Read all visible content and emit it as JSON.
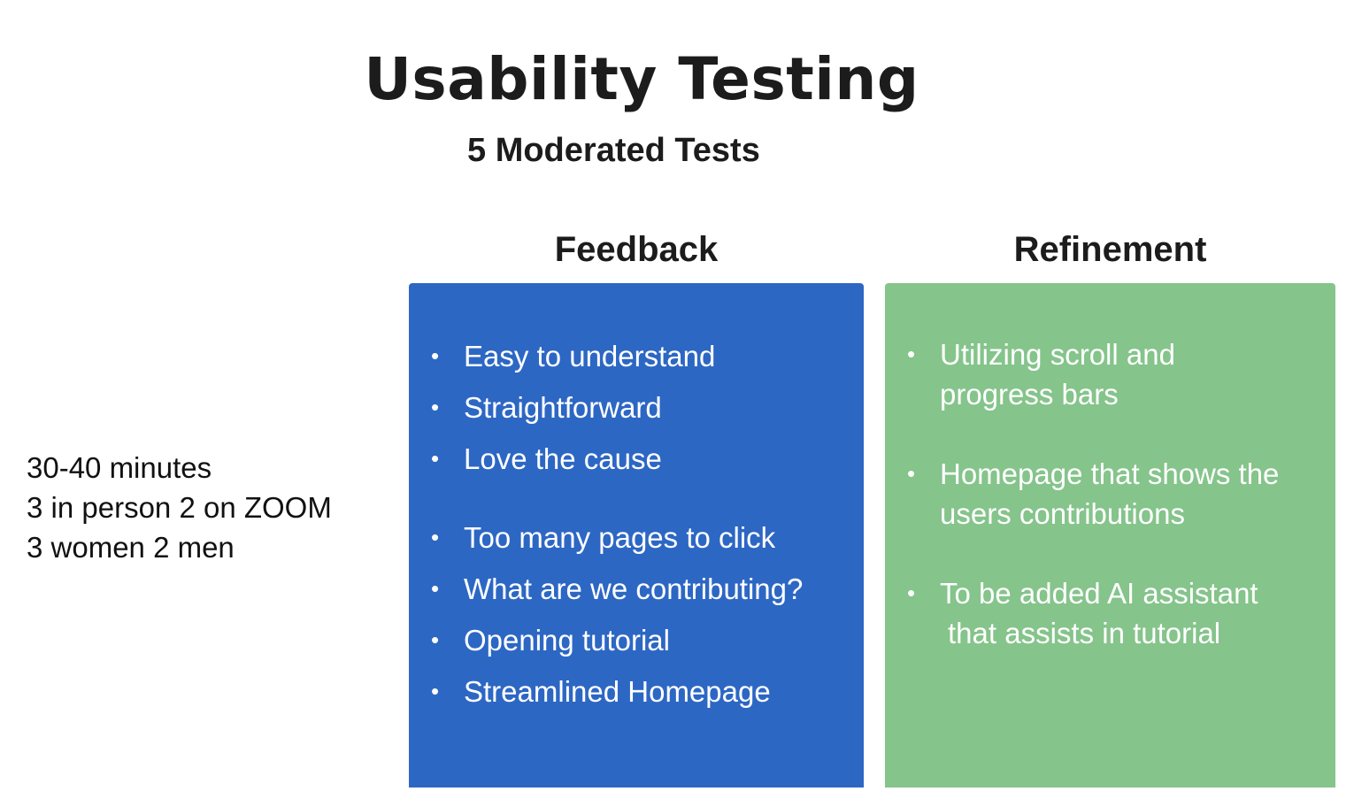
{
  "slide": {
    "title": "Usability Testing",
    "subtitle": "5 Moderated Tests",
    "stats": [
      "30-40 minutes",
      "3 in person 2 on ZOOM",
      "3 women 2 men"
    ],
    "feedback": {
      "heading": "Feedback",
      "color": "#2d67c4",
      "group1": [
        "Easy to understand",
        "Straightforward",
        "Love the cause"
      ],
      "group2": [
        "Too many pages to click",
        "What are we contributing?",
        "Opening tutorial",
        "Streamlined Homepage"
      ]
    },
    "refinement": {
      "heading": "Refinement",
      "color": "#85c48b",
      "items": [
        {
          "line1": "Utilizing scroll and",
          "line2": "progress bars"
        },
        {
          "line1": "Homepage that shows the",
          "line2": "users contributions"
        },
        {
          "line1": "To be added AI assistant",
          "line2": "that assists in tutorial"
        }
      ]
    }
  }
}
